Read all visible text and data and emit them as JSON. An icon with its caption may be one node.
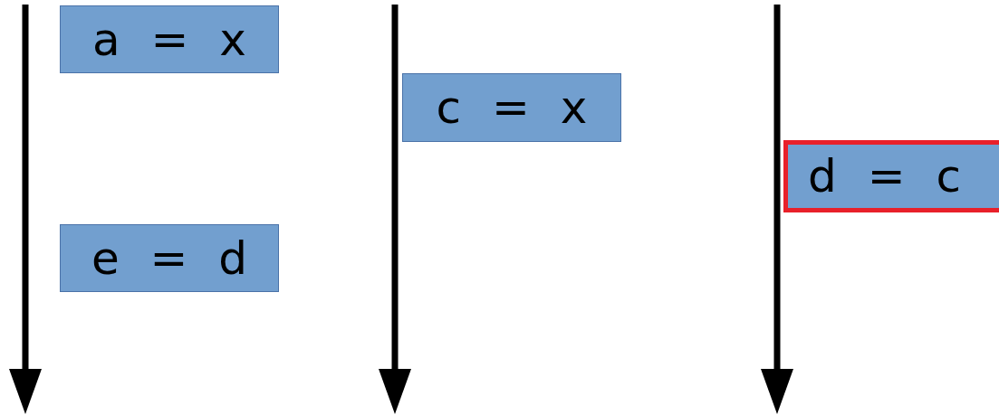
{
  "diagram": {
    "nodes": [
      {
        "text": [
          "a = x"
        ]
      },
      {
        "text": [
          "e = d"
        ]
      },
      {
        "text": [
          "c = x"
        ]
      },
      {
        "text": [
          "d = c"
        ]
      }
    ]
  }
}
